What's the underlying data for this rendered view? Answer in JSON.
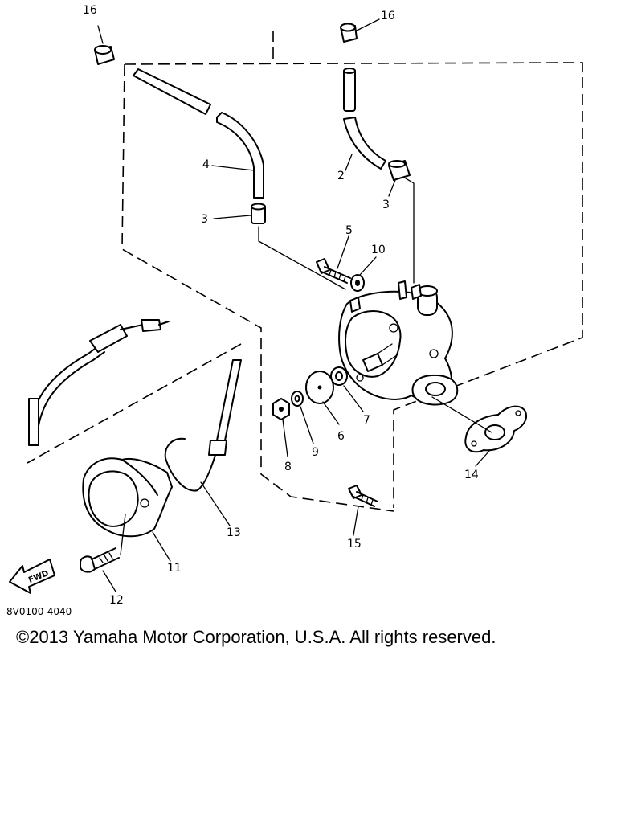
{
  "diagram": {
    "code": "8V0100-4040",
    "copyright": "©2013 Yamaha Motor Corporation, U.S.A. All rights reserved.",
    "fwd_label": "FWD",
    "callouts": {
      "p16a": "16",
      "p16b": "16",
      "p4": "4",
      "p2": "2",
      "p3a": "3",
      "p3b": "3",
      "p5": "5",
      "p10": "10",
      "p7": "7",
      "p6": "6",
      "p9": "9",
      "p8": "8",
      "p14": "14",
      "p15": "15",
      "p13": "13",
      "p11": "11",
      "p12": "12"
    }
  }
}
